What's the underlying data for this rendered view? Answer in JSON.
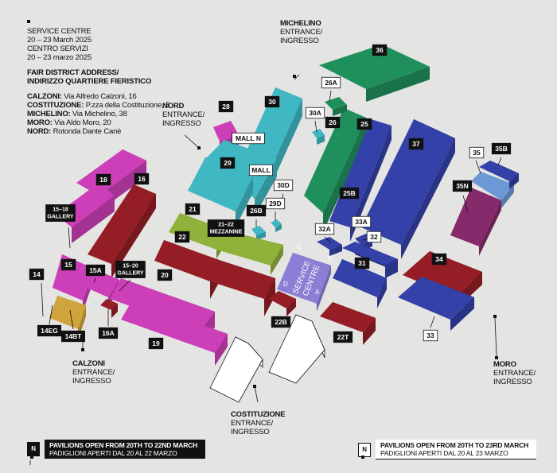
{
  "info": {
    "service_title": "SERVICE CENTRE",
    "service_dates": "20 – 23 March 2025",
    "service_title_it": "CENTRO SERVIZI",
    "service_dates_it": "20 – 23 marzo 2025",
    "address_title": "FAIR DISTRICT ADDRESS/",
    "address_title_it": "INDIRIZZO QUARTIERE FIERISTICO",
    "addresses": [
      {
        "name": "CALZONI:",
        "addr": " Via Alfredo Calzoni, 16"
      },
      {
        "name": "COSTITUZIONE:",
        "addr": " P.zza della Costituzione, 5"
      },
      {
        "name": "MICHELINO:",
        "addr": " Via Michelino, 38"
      },
      {
        "name": "MORO:",
        "addr": " Via Aldo Moro, 20"
      },
      {
        "name": "NORD:",
        "addr": " Rotonda Dante Canè"
      }
    ]
  },
  "entrances": {
    "michelino": {
      "name": "MICHELINO",
      "line1": "ENTRANCE/",
      "line2": "INGRESSO"
    },
    "nord": {
      "name": "NORD",
      "line1": "ENTRANCE/",
      "line2": "INGRESSO"
    },
    "calzoni": {
      "name": "CALZONI",
      "line1": "ENTRANCE/",
      "line2": "INGRESSO"
    },
    "costituzione": {
      "name": "COSTITUZIONE",
      "line1": "ENTRANCE/",
      "line2": "INGRESSO"
    },
    "moro": {
      "name": "MORO",
      "line1": "ENTRANCE/",
      "line2": "INGRESSO"
    }
  },
  "legend": {
    "dark": {
      "key": "N",
      "line1": "PAVILIONS OPEN FROM 20TH TO 22ND MARCH",
      "line2": "PADIGLIONI APERTI DAL 20 AL 22 MARZO"
    },
    "light": {
      "key": "N",
      "line1": "PAVILIONS OPEN FROM 20TH TO 23RD MARCH",
      "line2": "PADIGLIONI APERTI DAL 20 AL 23 MARZO"
    }
  },
  "colors": {
    "green": "#1f8f5c",
    "blue": "#3341a8",
    "cyan": "#3fb8c4",
    "magenta": "#cc3fb8",
    "red": "#951d25",
    "olive": "#8fb23a",
    "lavender": "#8a7fd4",
    "gold": "#d0a43c",
    "purple": "#862a6c",
    "lightblue": "#6d98d6"
  },
  "buildings": [
    {
      "id": "36",
      "color": "green",
      "open": "dark"
    },
    {
      "id": "26A",
      "color": "green",
      "open": "light"
    },
    {
      "id": "26",
      "color": "green",
      "open": "dark"
    },
    {
      "id": "30A",
      "color": "cyan",
      "open": "light"
    },
    {
      "id": "30",
      "color": "cyan",
      "open": "dark"
    },
    {
      "id": "28",
      "color": "magenta",
      "open": "dark"
    },
    {
      "id": "MALL N",
      "color": "cyan",
      "open": "light"
    },
    {
      "id": "29",
      "color": "cyan",
      "open": "dark"
    },
    {
      "id": "MALL",
      "color": "cyan",
      "open": "light"
    },
    {
      "id": "30D",
      "color": "cyan",
      "open": "light"
    },
    {
      "id": "29D",
      "color": "cyan",
      "open": "light"
    },
    {
      "id": "26B",
      "color": "cyan",
      "open": "dark"
    },
    {
      "id": "25",
      "color": "blue",
      "open": "dark"
    },
    {
      "id": "37",
      "color": "blue",
      "open": "dark"
    },
    {
      "id": "25B",
      "color": "blue",
      "open": "dark"
    },
    {
      "id": "35",
      "color": "lightblue",
      "open": "light"
    },
    {
      "id": "35B",
      "color": "blue",
      "open": "dark"
    },
    {
      "id": "35N",
      "color": "purple",
      "open": "dark"
    },
    {
      "id": "33A",
      "color": "blue",
      "open": "light"
    },
    {
      "id": "32A",
      "color": "blue",
      "open": "light"
    },
    {
      "id": "32",
      "color": "blue",
      "open": "light"
    },
    {
      "id": "31",
      "color": "blue",
      "open": "dark"
    },
    {
      "id": "34",
      "color": "red",
      "open": "dark"
    },
    {
      "id": "33",
      "color": "blue",
      "open": "light"
    },
    {
      "id": "18",
      "color": "magenta",
      "open": "dark"
    },
    {
      "id": "16",
      "color": "red",
      "open": "dark"
    },
    {
      "id": "15–18 GALLERY",
      "color": "magenta",
      "open": "dark"
    },
    {
      "id": "21",
      "color": "olive",
      "open": "dark"
    },
    {
      "id": "22",
      "color": "red",
      "open": "dark"
    },
    {
      "id": "21–22 MEZZANINE",
      "color": "olive",
      "open": "dark"
    },
    {
      "id": "15",
      "color": "magenta",
      "open": "dark"
    },
    {
      "id": "15A",
      "color": "magenta",
      "open": "dark"
    },
    {
      "id": "15–20 GALLERY",
      "color": "magenta",
      "open": "dark"
    },
    {
      "id": "14",
      "color": "gold",
      "open": "dark"
    },
    {
      "id": "20",
      "color": "magenta",
      "open": "dark"
    },
    {
      "id": "14EG",
      "color": "gold",
      "open": "dark"
    },
    {
      "id": "14BT",
      "color": "gold",
      "open": "dark"
    },
    {
      "id": "16A",
      "color": "red",
      "open": "dark"
    },
    {
      "id": "19",
      "color": "magenta",
      "open": "dark"
    },
    {
      "id": "22B",
      "color": "red",
      "open": "dark"
    },
    {
      "id": "22T",
      "color": "red",
      "open": "dark"
    }
  ],
  "service_centre": {
    "label_line1": "SERVICE",
    "label_line2": "CENTRE",
    "doors": [
      "A",
      "B",
      "C",
      "D"
    ]
  }
}
